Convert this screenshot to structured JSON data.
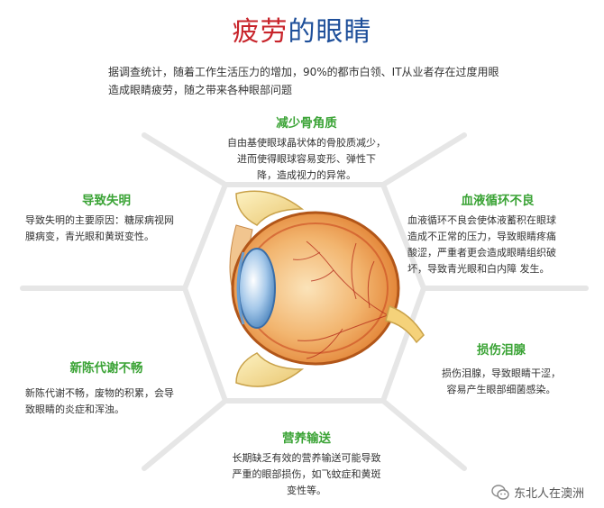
{
  "title": {
    "part1": "疲劳",
    "part2": "的眼睛"
  },
  "intro": {
    "line1": "据调查统计，随着工作生活压力的增加，90%的都市白领、IT从业者存在过度用眼",
    "line2": "造成眼睛疲劳，随之带来各种眼部问题"
  },
  "panels": {
    "top": {
      "heading": "减少骨角质",
      "lines": [
        "自由基使眼球晶状体的骨胶质减少，",
        "进而使得眼球容易变形、弹性下",
        "降，造成视力的异常。"
      ]
    },
    "upper_left": {
      "heading": "导致失明",
      "lines": [
        "导致失明的主要原因：糖尿病视网",
        "膜病变，青光眼和黄斑变性。"
      ]
    },
    "upper_right": {
      "heading": "血液循环不良",
      "lines": [
        "血液循环不良会使体液蓄积在眼球",
        "造成不正常的压力，导致眼睛疼痛",
        "酸涩，严重者更会造成眼睛组织破",
        "坏，导致青光眼和白内障 发生。"
      ]
    },
    "lower_left": {
      "heading": "新陈代谢不畅",
      "lines": [
        "新陈代谢不畅，废物的积累，会导",
        "致眼睛的炎症和浑浊。"
      ]
    },
    "lower_right": {
      "heading": "损伤泪腺",
      "lines": [
        "损伤泪腺，导致眼睛干涩，",
        "容易产生眼部细菌感染。"
      ]
    },
    "bottom": {
      "heading": "营养输送",
      "lines": [
        "长期缺乏有效的营养输送可能导致",
        "严重的眼部损伤，如飞蚊症和黄斑",
        "变性等。"
      ]
    }
  },
  "watermark": {
    "text": "东北人在澳洲",
    "icon": "wechat-account-icon"
  },
  "colors": {
    "title_red": "#c8242b",
    "title_blue": "#1e4f9a",
    "heading_green": "#3aa335",
    "divider_grey": "#e6e6e6"
  }
}
